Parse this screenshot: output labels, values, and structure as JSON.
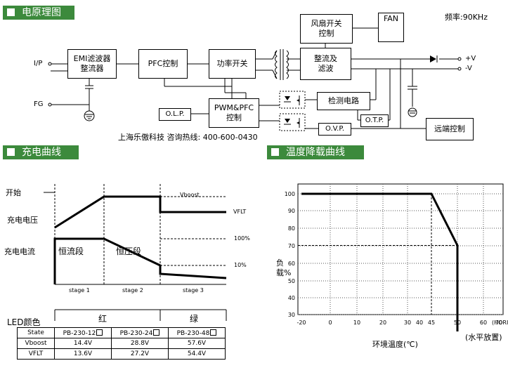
{
  "sections": {
    "schematic_title": "电原理图",
    "charge_title": "充电曲线",
    "derating_title": "温度降载曲线"
  },
  "schematic": {
    "freq": "频率:90KHz",
    "ip": "I/P",
    "fg": "FG",
    "emi_line1": "EMI滤波器",
    "emi_line2": "整流器",
    "pfc": "PFC控制",
    "power_switch": "功率开关",
    "fan_switch_line1": "风扇开关",
    "fan_switch_line2": "控制",
    "fan": "FAN",
    "rect_line1": "整流及",
    "rect_line2": "滤波",
    "vplus": "+V",
    "vminus": "-V",
    "olp": "O.L.P.",
    "pwm_line1": "PWM&PFC",
    "pwm_line2": "控制",
    "detect": "检测电路",
    "otp": "O.T.P.",
    "ovp": "O.V.P.",
    "remote": "远端控制",
    "hotline": "上海乐傲科技 咨询热线: 400-600-0430"
  },
  "charge_curve": {
    "start": "开始",
    "charge_voltage": "充电电压",
    "charge_current": "充电电流",
    "cc_stage": "恒流段",
    "cv_stage": "恒压段",
    "vboost": "Vboost",
    "vflt": "VFLT",
    "pct100": "100%",
    "pct10": "10%",
    "stage1": "stage 1",
    "stage2": "stage 2",
    "stage3": "stage 3",
    "led_label": "LED颜色",
    "led_red": "红",
    "led_green": "绿"
  },
  "spec_table": {
    "headers": [
      "State",
      "PB-230-12",
      "PB-230-24",
      "PB-230-48"
    ],
    "rows": [
      [
        "Vboost",
        "14.4V",
        "28.8V",
        "57.6V"
      ],
      [
        "VFLT",
        "13.6V",
        "27.2V",
        "54.4V"
      ]
    ]
  },
  "chart_data": {
    "type": "line",
    "title": "",
    "xlabel": "环境温度(℃)",
    "xlabel_extra": "(水平放置)",
    "ylabel": "负载%",
    "x_ticks": [
      "-20",
      "0",
      "10",
      "20",
      "30",
      "40",
      "45",
      "50",
      "60",
      "70",
      "(HORIZONTAL)"
    ],
    "y_ticks": [
      "100",
      "90",
      "80",
      "70",
      "60",
      "50",
      "40",
      "30"
    ],
    "xlim": [
      -20,
      80
    ],
    "ylim": [
      20,
      103
    ],
    "series": [
      {
        "x": [
          -20,
          45,
          50,
          50
        ],
        "values": [
          100,
          100,
          70,
          20
        ]
      }
    ]
  }
}
